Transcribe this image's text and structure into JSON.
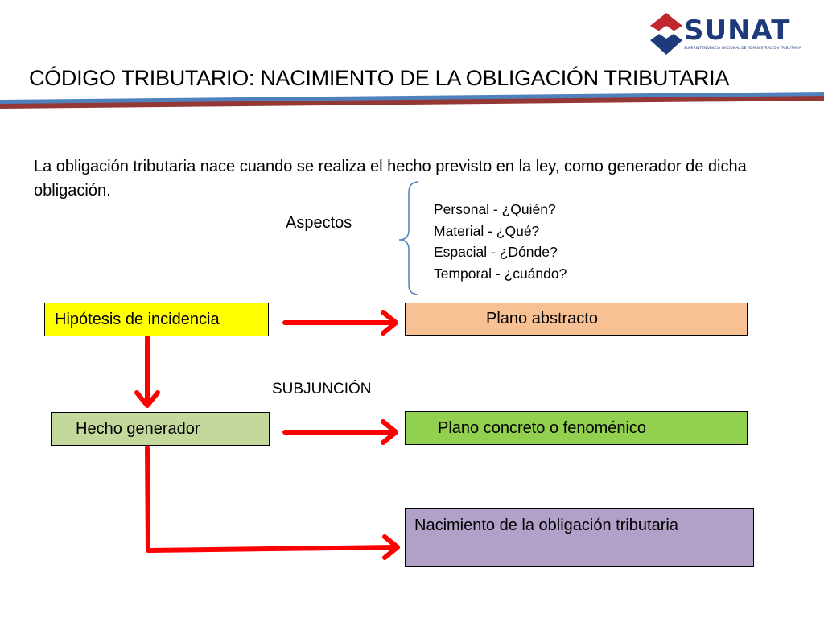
{
  "logo": {
    "wordmark": "SUNAT",
    "tagline": "SUPERINTENDENCIA NACIONAL DE ADMINISTRACIÓN TRIBUTARIA",
    "colors": {
      "navy": "#1f3a7a",
      "red": "#c0282d"
    }
  },
  "slide": {
    "title": "CÓDIGO TRIBUTARIO: NACIMIENTO DE LA OBLIGACIÓN TRIBUTARIA",
    "intro": "La obligación tributaria nace cuando se realiza el hecho previsto en la ley, como generador de dicha obligación.",
    "aspectos_label": "Aspectos",
    "aspectos": [
      "Personal - ¿Quién?",
      "Material - ¿Qué?",
      "Espacial - ¿Dónde?",
      "Temporal - ¿cuándo?"
    ],
    "subjuncion": "SUBJUNCIÓN"
  },
  "diagram": {
    "nodes": {
      "hipotesis": "Hipótesis de incidencia",
      "plano_abstracto": "Plano abstracto",
      "hecho": "Hecho generador",
      "plano_concreto": "Plano concreto o fenoménico",
      "nacimiento": "Nacimiento de la obligación tributaria"
    },
    "colors": {
      "arrow": "#ff0000",
      "hipotesis": "#ffff00",
      "plano_abstracto": "#f8c193",
      "hecho": "#c4d89b",
      "plano_concreto": "#92d050",
      "nacimiento": "#b1a0c7",
      "header_line_blue": "#4f81bd",
      "header_line_red": "#953735"
    }
  }
}
